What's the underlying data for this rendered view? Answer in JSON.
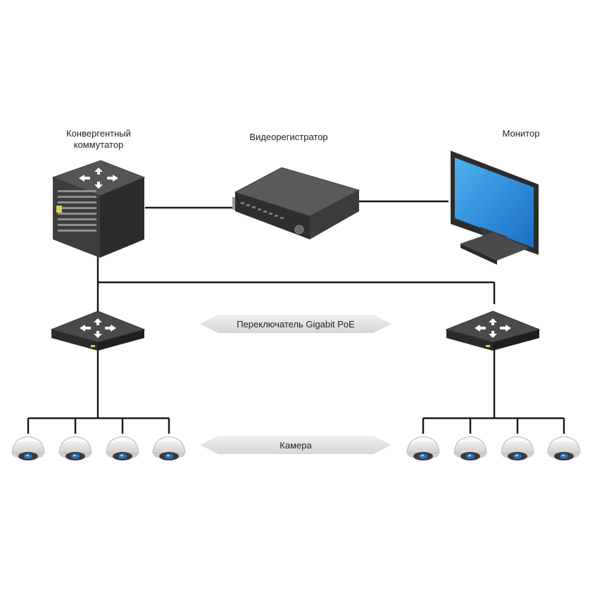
{
  "labels": {
    "converged_switch": "Конвергентный коммутатор",
    "converged_switch_line1": "Конвергентный",
    "converged_switch_line2": "коммутатор",
    "nvr": "Видеорегистратор",
    "monitor": "Монитор",
    "poe_switch": "Переключатель Gigabit PoE",
    "camera": "Камера"
  },
  "colors": {
    "line": "#1a1a1a",
    "device_dark": "#3a3a3a",
    "device_mid": "#555555",
    "screen_blue": "#1f86d6",
    "arrow_fill": "#e4e4e4",
    "camera_white": "#f2f2f2",
    "camera_lens": "#2a6fb0"
  },
  "icons": {
    "converged_switch": "core-switch-icon",
    "nvr": "nvr-recorder-icon",
    "monitor": "monitor-icon",
    "poe_switch": "poe-switch-icon",
    "camera": "dome-camera-icon"
  }
}
